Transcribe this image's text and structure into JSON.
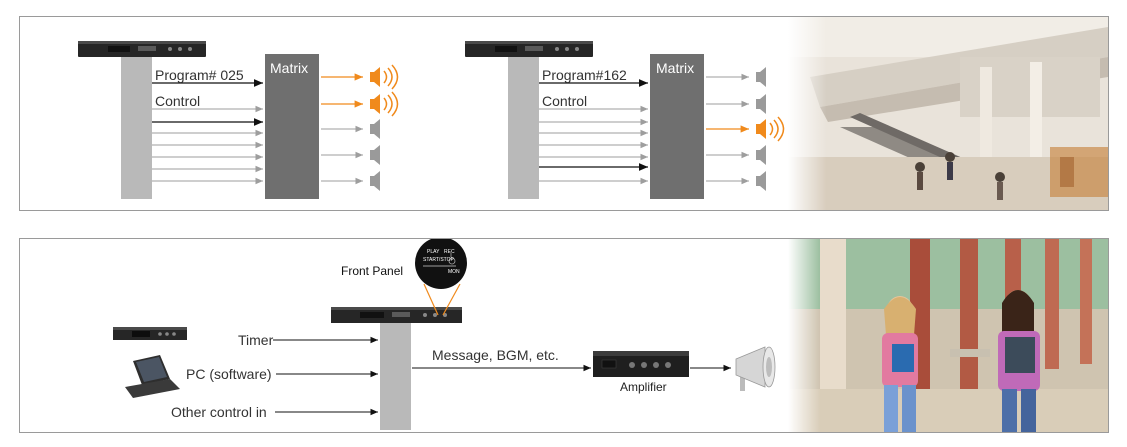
{
  "top_panel": {
    "left_diagram": {
      "program_label": "Program# 025",
      "control_label": "Control",
      "matrix_label": "Matrix"
    },
    "right_diagram": {
      "program_label": "Program#162",
      "control_label": "Control",
      "matrix_label": "Matrix"
    }
  },
  "bottom_panel": {
    "front_panel_label": "Front Panel",
    "front_panel_closeup": {
      "play": "PLAY",
      "rec": "REC",
      "start_stop": "START/STOP",
      "mon": "MON"
    },
    "inputs": [
      {
        "label": "Timer"
      },
      {
        "label": "PC (software)"
      },
      {
        "label": "Other control in"
      }
    ],
    "output_label": "Message, BGM, etc.",
    "amplifier_label": "Amplifier"
  },
  "colors": {
    "active": "#f08a1c",
    "inactive": "#9e9e9e",
    "bar": "#b9b9b9",
    "matrix": "#6f6f6f"
  }
}
